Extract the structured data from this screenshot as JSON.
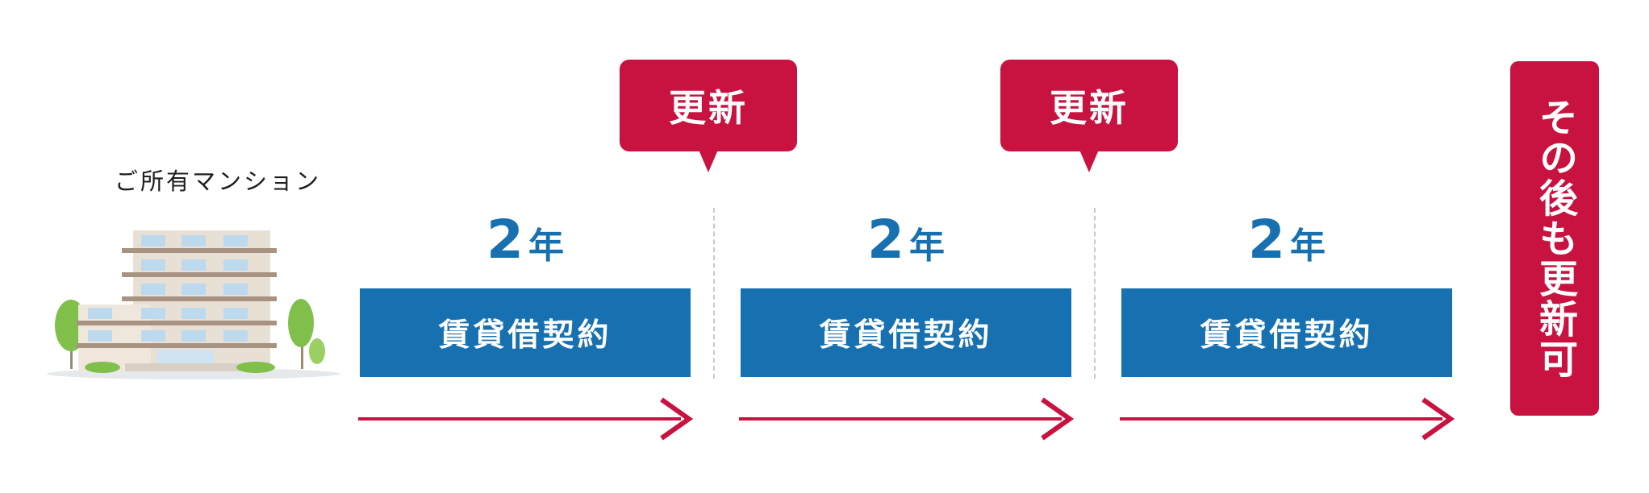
{
  "owner_label": "ご所有マンション",
  "periods": [
    {
      "years": "2",
      "unit": "年",
      "lease_label": "賃貸借契約"
    },
    {
      "years": "2",
      "unit": "年",
      "lease_label": "賃貸借契約"
    },
    {
      "years": "2",
      "unit": "年",
      "lease_label": "賃貸借契約"
    }
  ],
  "renewals": [
    {
      "label": "更新"
    },
    {
      "label": "更新"
    }
  ],
  "after_label": "その後も更新可",
  "colors": {
    "blue": "#1770b0",
    "crimson": "#c8123f",
    "divider": "#c8c8c8"
  }
}
